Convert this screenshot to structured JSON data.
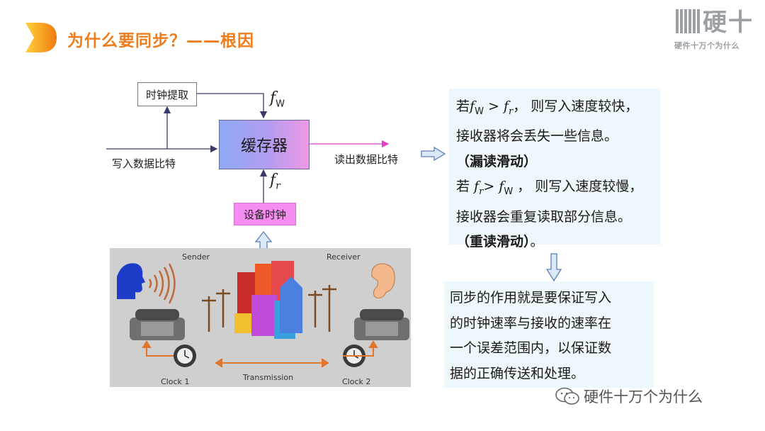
{
  "title": "为什么要同步？——根因",
  "logo": {
    "main": "硬十",
    "subtitle": "硬件十万个为什么"
  },
  "diagram": {
    "clock_extract": "时钟提取",
    "buffer": "缓存器",
    "device_clock": "设备时钟",
    "write_bits": "写入数据比特",
    "read_bits": "读出数据比特",
    "fw_base": "f",
    "fw_sub": "W",
    "fr_base": "f",
    "fr_sub": "r"
  },
  "scene": {
    "sender": "Sender",
    "receiver": "Receiver",
    "transmission": "Transmission",
    "clock1": "Clock 1",
    "clock2": "Clock 2"
  },
  "panel1": {
    "l1_pre": "若",
    "l1_f1": "f",
    "l1_s1": "W",
    "l1_op": " > ",
    "l1_f2": "f",
    "l1_s2": "r",
    "l1_post": "， 则写入速度较快，",
    "l2": "接收器将会丢失一些信息。",
    "l3": "（漏读滑动）",
    "l4_pre": "若 ",
    "l4_f1": "f",
    "l4_s1": "r",
    "l4_op": "> ",
    "l4_f2": "f",
    "l4_s2": "W",
    "l4_post": " ， 则写入速度较慢，",
    "l5": "接收器会重复读取部分信息。",
    "l6_bold": "（重读滑动）",
    "l6_tail": "。"
  },
  "panel2": {
    "l1": "同步的作用就是要保证写入",
    "l2": "的时钟速率与接收的速率在",
    "l3": "一个误差范围内，以保证数",
    "l4": "据的正确传送和处理。"
  },
  "watermark": "硬件十万个为什么",
  "colors": {
    "title": "#ef7d1d",
    "panel_bg": "#eef7fc",
    "line": "#3a3a6a",
    "read_arrow": "#e040c8"
  }
}
